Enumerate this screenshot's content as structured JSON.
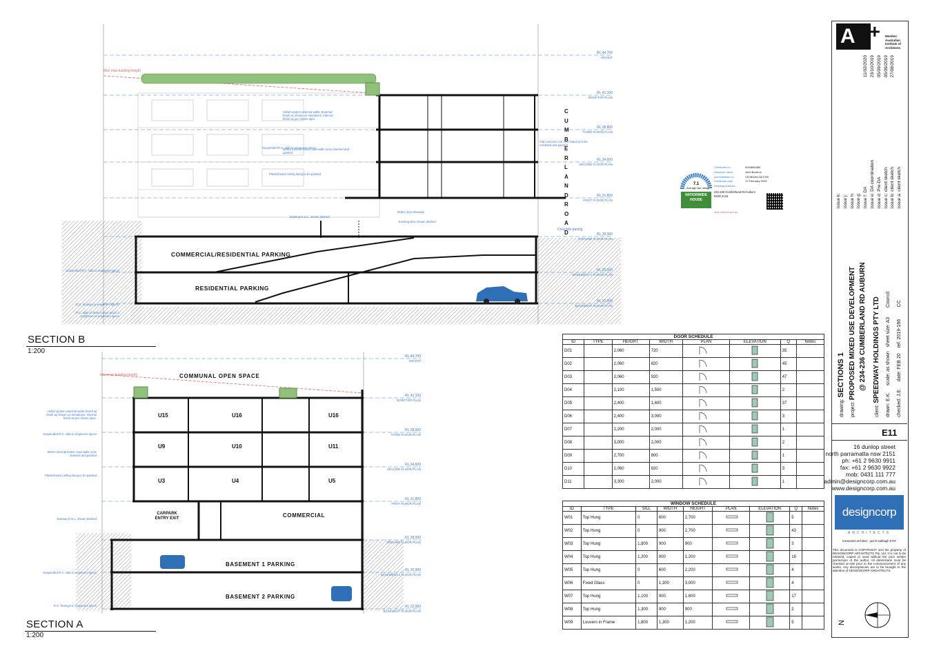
{
  "section_b": {
    "title": "SECTION B",
    "scale": "1:200"
  },
  "section_a": {
    "title": "SECTION A",
    "scale": "1:200"
  },
  "b_levels": [
    {
      "rl": "RL 44.700",
      "name": "HEIGHT"
    },
    {
      "rl": "RL 41.100",
      "name": "ROOFTOP PLAN"
    },
    {
      "rl": "RL 38.800",
      "name": "THIRD FLOOR PLAN"
    },
    {
      "rl": "RL 34.600",
      "name": "SECOND FLOOR PLAN"
    },
    {
      "rl": "RL 31.800",
      "name": "FIRST FLOOR PLAN"
    },
    {
      "rl": "RL 28.000",
      "name": "GROUND FLOOR PLAN"
    },
    {
      "rl": "RL 25.000",
      "name": "BASEMENT 1 FLOOR PLAN"
    },
    {
      "rl": "RL 22.000",
      "name": "BASEMENT FLOOR PLAN"
    }
  ],
  "a_levels": [
    {
      "rl": "RL 44.700",
      "name": "HEIGHT"
    },
    {
      "rl": "RL 41.100",
      "name": "ROOFTOP PLAN"
    },
    {
      "rl": "RL 38.000",
      "name": "THIRD FLOOR PLAN"
    },
    {
      "rl": "RL 34.600",
      "name": "SECOND FLOOR PLAN"
    },
    {
      "rl": "RL 31.800",
      "name": "FIRST FLOOR PLAN"
    },
    {
      "rl": "RL 28.000",
      "name": "GROUND FLOOR PLAN"
    },
    {
      "rl": "RL 25.000",
      "name": "BASEMENT 1 FLOOR PLAN"
    },
    {
      "rl": "RL 22.000",
      "name": "BASEMENT FLOOR PLAN"
    }
  ],
  "b_labels": {
    "commres": "COMMERCIAL/RESIDENTIAL PARKING",
    "res": "RESIDENTIAL PARKING",
    "road": "CUMBERLAND ROAD",
    "max_bh": "Max max building height",
    "concrete": "Concrete paving"
  },
  "b_notes": [
    "Hebel system external walls. External finish as shown on elevations. Internal finish as per clients spec.",
    "Suspended R.C. slab to engineers specs",
    "90mm internal timber stud walls to be sheeted and painted",
    "Plasterboard ceiling lining to be painted",
    "Existing N.G.L. shown dashed",
    "Flat concrete roof over balcony to be rendered and painted",
    "Suspended R.C. slab to engineers specs",
    "R.C. footings to engineers specs",
    "R.C. slab on 50mm sand and 0.2 polythene to engineers specs",
    "Roller door driveway",
    "Existing NGL shown dashed"
  ],
  "a_labels": {
    "communal": "COMMUNAL OPEN SPACE",
    "carpark": "CARPARK ENTRY EXIT",
    "commercial": "COMMERCIAL",
    "b1": "BASEMENT 1 PARKING",
    "b2": "BASEMENT 2 PARKING",
    "max_bh": "Max max building height"
  },
  "a_units": [
    "U15",
    "U16",
    "U16",
    "U9",
    "U10",
    "U11",
    "U3",
    "U4",
    "U5"
  ],
  "a_notes": [
    "Hebel system external walls. External finish as shown on elevations. Internal finish as per clients spec.",
    "Suspended R.C. slab to engineers specs",
    "90mm internal timber stud walls to be sheeted and painted",
    "Plasterboard ceiling lining to be painted",
    "Existing N.G.L. shown dashed",
    "Suspended R.C. slab to engineers specs",
    "R.C. footings to engineers specs"
  ],
  "nathers": {
    "stars": "7.1",
    "caption": "Average star rating",
    "brand": "NATIONWIDE HOUSE",
    "site": "www.nathers.gov.au",
    "rows": [
      [
        "Certificate no.",
        "0004606380"
      ],
      [
        "Assessor name",
        "John Boutros"
      ],
      [
        "Accreditation no.",
        "VIC/BDAV/16/1769"
      ],
      [
        "Certificate date",
        "17 February 2020"
      ],
      [
        "Dwelling Address",
        ""
      ]
    ],
    "address": "234 236 Cumberland Rd Auburn NSW 2144"
  },
  "door_schedule": {
    "title": "DOOR SCHEDULE",
    "headers": [
      "ID",
      "TYPE",
      "HEIGHT",
      "WIDTH",
      "PLAN",
      "ELEVATION",
      "Q",
      "Notes"
    ],
    "rows": [
      [
        "D01",
        "",
        "2,060",
        "720",
        "",
        "",
        "35",
        ""
      ],
      [
        "D02",
        "",
        "2,060",
        "820",
        "",
        "",
        "45",
        ""
      ],
      [
        "D03",
        "",
        "2,060",
        "920",
        "",
        "",
        "47",
        ""
      ],
      [
        "D04",
        "",
        "2,100",
        "1,500",
        "",
        "",
        "2",
        ""
      ],
      [
        "D05",
        "",
        "2,400",
        "1,600",
        "",
        "",
        "37",
        ""
      ],
      [
        "D06",
        "",
        "2,400",
        "3,000",
        "",
        "",
        "3",
        ""
      ],
      [
        "D07",
        "",
        "2,200",
        "2,000",
        "",
        "",
        "1",
        ""
      ],
      [
        "D08",
        "",
        "3,000",
        "2,000",
        "",
        "",
        "2",
        ""
      ],
      [
        "D09",
        "",
        "2,700",
        "800",
        "",
        "",
        "1",
        ""
      ],
      [
        "D10",
        "",
        "2,060",
        "920",
        "",
        "",
        "3",
        ""
      ],
      [
        "D11",
        "",
        "3,300",
        "2,000",
        "",
        "",
        "1",
        ""
      ]
    ]
  },
  "window_schedule": {
    "title": "WINDOW SCHEDULE",
    "headers": [
      "ID",
      "TYPE",
      "SILL",
      "WIDTH",
      "HEIGHT",
      "PLAN",
      "ELEVATION",
      "Q",
      "Notes"
    ],
    "rows": [
      [
        "W01",
        "Top Hung",
        "0",
        "600",
        "2,700",
        "",
        "",
        "5",
        ""
      ],
      [
        "W02",
        "Top Hung",
        "0",
        "900",
        "2,700",
        "",
        "",
        "43",
        ""
      ],
      [
        "W03",
        "Top Hung",
        "1,800",
        "900",
        "900",
        "",
        "",
        "3",
        ""
      ],
      [
        "W04",
        "Top Hung",
        "1,200",
        "900",
        "1,200",
        "",
        "",
        "16",
        ""
      ],
      [
        "W05",
        "Top Hung",
        "0",
        "600",
        "2,200",
        "",
        "",
        "4",
        ""
      ],
      [
        "W06",
        "Fixed Glass",
        "0",
        "1,300",
        "3,000",
        "",
        "",
        "4",
        ""
      ],
      [
        "W07",
        "Top Hung",
        "1,100",
        "900",
        "1,600",
        "",
        "",
        "17",
        ""
      ],
      [
        "W08",
        "Top Hung",
        "1,300",
        "900",
        "900",
        "",
        "",
        "2",
        ""
      ],
      [
        "W09",
        "Louvers in Frame",
        "1,800",
        "1,300",
        "1,200",
        "",
        "",
        "5",
        ""
      ]
    ]
  },
  "titleblock": {
    "member": "Member Australian Institute of Architects",
    "issues": [
      {
        "label": "issue k:",
        "text": "",
        "date": ""
      },
      {
        "label": "issue j:",
        "text": "",
        "date": ""
      },
      {
        "label": "issue h:",
        "text": "",
        "date": ""
      },
      {
        "label": "issue g:",
        "text": "",
        "date": ""
      },
      {
        "label": "issue f:",
        "text": "DA",
        "date": "11/02/2020"
      },
      {
        "label": "issue e:",
        "text": "DA coordination",
        "date": "23/10/2019"
      },
      {
        "label": "issue d:",
        "text": "Pre-DA",
        "date": "05/09/2019"
      },
      {
        "label": "issue c:",
        "text": "client sketch",
        "date": "05/09/2019"
      },
      {
        "label": "issue b:",
        "text": "client sketch",
        "date": "27/08/2019"
      },
      {
        "label": "issue a:",
        "text": "client sketch",
        "date": ""
      }
    ],
    "drawing_label": "drawing:",
    "drawing": "SECTIONS 1",
    "project_label": "project:",
    "project_1": "PROPOSED MIXED USE DEVELOPMENT",
    "project_2": "@ 234-236 CUMBERLAND RD AUBURN",
    "client_label": "client:",
    "client": "SPEEDWAY HOLDINGS PTY LTD",
    "drawn": "drawn:",
    "drawn_v": "E.K.",
    "scale": "scale:",
    "scale_v": "as shown",
    "sheet": "sheet size:",
    "sheet_v": "A3",
    "council": "Council",
    "checked": "checked:",
    "checked_v": "J.E.",
    "date": "date:",
    "date_v": "FEB 20",
    "ref": "ref:",
    "ref_v": "2019-166",
    "cc": "CC",
    "sheet_no": "E11",
    "address": [
      "16 dunlop street",
      "north parramatta nsw 2151",
      "ph: +61 2 9630 9911",
      "fax: +61 2 9630 9922",
      "mob: 0431 111 777",
      "admin@designcorp.com.au",
      "www.designcorp.com.au"
    ],
    "brand": "designcorp",
    "brand_sub": "ARCHITECTS",
    "nominated": "nominated architect - jad el-sabbagh 6797",
    "copyright": "This document is COPYRIGHT and the property of DESIGNCORP ARCHITECTS Pty. Ltd. It is not to be retained, copied or used without the prior written permission of the author. All dimensions must be checked on-site prior to the commencement of any works. Any discrepancies are to be brought to the attention of DESIGNCORP ARCHITECTS.",
    "north": "N"
  },
  "colors": {
    "blue": "#3a7bd5",
    "green": "#6aa84f",
    "red": "#e06666",
    "brand": "#2e6fb7",
    "line": "#111111"
  }
}
